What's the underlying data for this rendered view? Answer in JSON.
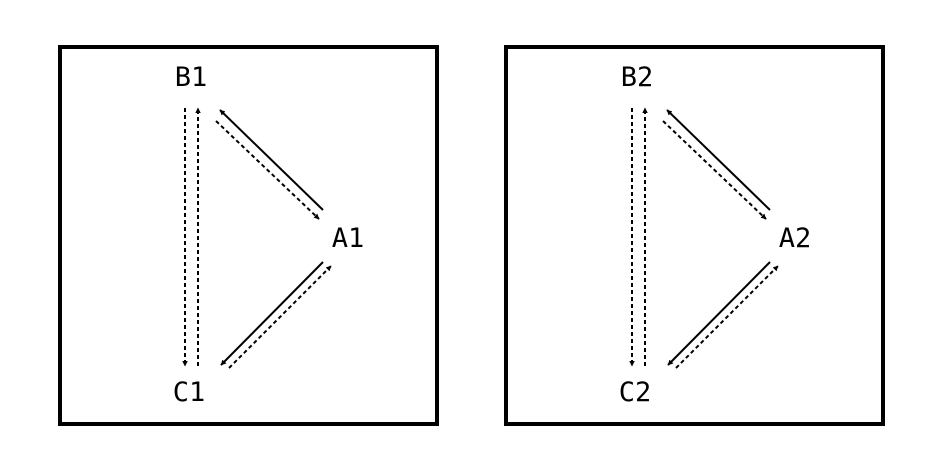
{
  "diagrams": [
    {
      "nodes": {
        "top": "B1",
        "right": "A1",
        "bottom": "C1"
      },
      "edges": [
        {
          "from": "B1",
          "to": "C1",
          "style": "dashed"
        },
        {
          "from": "C1",
          "to": "B1",
          "style": "dashed"
        },
        {
          "from": "A1",
          "to": "B1",
          "style": "solid"
        },
        {
          "from": "B1",
          "to": "A1",
          "style": "dashed"
        },
        {
          "from": "A1",
          "to": "C1",
          "style": "solid"
        },
        {
          "from": "C1",
          "to": "A1",
          "style": "dashed"
        }
      ]
    },
    {
      "nodes": {
        "top": "B2",
        "right": "A2",
        "bottom": "C2"
      },
      "edges": [
        {
          "from": "B2",
          "to": "C2",
          "style": "dashed"
        },
        {
          "from": "C2",
          "to": "B2",
          "style": "dashed"
        },
        {
          "from": "A2",
          "to": "B2",
          "style": "solid"
        },
        {
          "from": "B2",
          "to": "A2",
          "style": "dashed"
        },
        {
          "from": "A2",
          "to": "C2",
          "style": "solid"
        },
        {
          "from": "C2",
          "to": "A2",
          "style": "dashed"
        }
      ]
    }
  ],
  "colors": {
    "ink": "#000000",
    "background": "#ffffff"
  }
}
